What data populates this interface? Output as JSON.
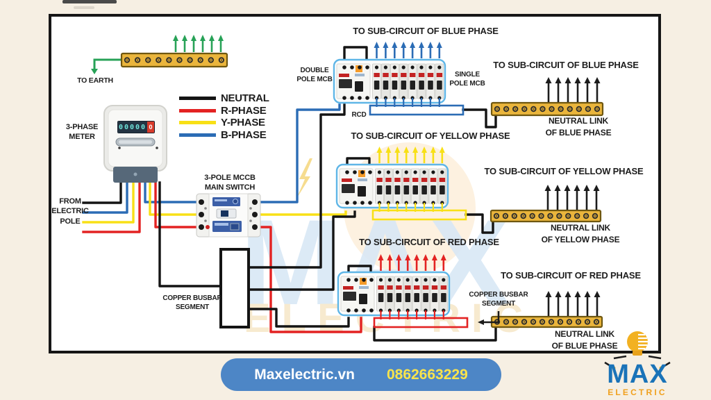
{
  "watermark": {
    "big": "MAX",
    "sub": "ELECTRIC"
  },
  "earth": {
    "label": "TO EARTH"
  },
  "legend": {
    "items": [
      {
        "label": "NEUTRAL",
        "color": "#141414"
      },
      {
        "label": "R-PHASE",
        "color": "#e32222"
      },
      {
        "label": "Y-PHASE",
        "color": "#f8e016"
      },
      {
        "label": "B-PHASE",
        "color": "#2b6cb5"
      }
    ]
  },
  "meter": {
    "label_line1": "3-PHASE",
    "label_line2": "METER",
    "display": "00000",
    "display_last": "0"
  },
  "pole": {
    "line1": "FROM",
    "line2": "ELECTRIC",
    "line3": "POLE"
  },
  "mccb": {
    "line1": "3-POLE MCCB",
    "line2": "MAIN SWITCH"
  },
  "breaker_labels": {
    "double_line1": "DOUBLE",
    "double_line2": "POLE MCB",
    "single_line1": "SINGLE",
    "single_line2": "POLE MCB",
    "rcd": "RCD"
  },
  "copper_left": {
    "line1": "COPPER BUSBAR",
    "line2": "SEGMENT"
  },
  "copper_right": {
    "line1": "COPPER BUSBAR",
    "line2": "SEGMENT"
  },
  "rows": [
    {
      "id": "blue",
      "title": "TO SUB-CIRCUIT OF BLUE PHASE",
      "busbar_title": "TO SUB-CIRCUIT OF BLUE PHASE",
      "link_line1": "NEUTRAL LINK",
      "link_line2": "OF BLUE PHASE",
      "color": "#2b6cb5"
    },
    {
      "id": "yellow",
      "title": "TO SUB-CIRCUIT OF YELLOW PHASE",
      "busbar_title": "TO SUB-CIRCUIT OF YELLOW PHASE",
      "link_line1": "NEUTRAL LINK",
      "link_line2": "OF YELLOW PHASE",
      "color": "#f8e016"
    },
    {
      "id": "red",
      "title": "TO SUB-CIRCUIT OF RED PHASE",
      "busbar_title": "TO SUB-CIRCUIT OF RED PHASE",
      "link_line1": "NEUTRAL LINK",
      "link_line2": "OF BLUE PHASE",
      "color": "#e32222"
    }
  ],
  "footer": {
    "site": "Maxelectric.vn",
    "phone": "0862663229",
    "pill_color": "#4d86c6",
    "site_color": "#ffffff",
    "phone_color": "#f9e44c"
  },
  "brand": {
    "name": "MAX",
    "sub": "ELECTRIC",
    "name_color": "#1a73b8",
    "sub_color": "#f0a01e"
  },
  "diagram": {
    "colors": {
      "neutral": "#141414",
      "green": "#27a257",
      "busbar_fill": "#eab53c",
      "busbar_border": "#6f5710",
      "box_border": "#5fb6e7"
    }
  }
}
